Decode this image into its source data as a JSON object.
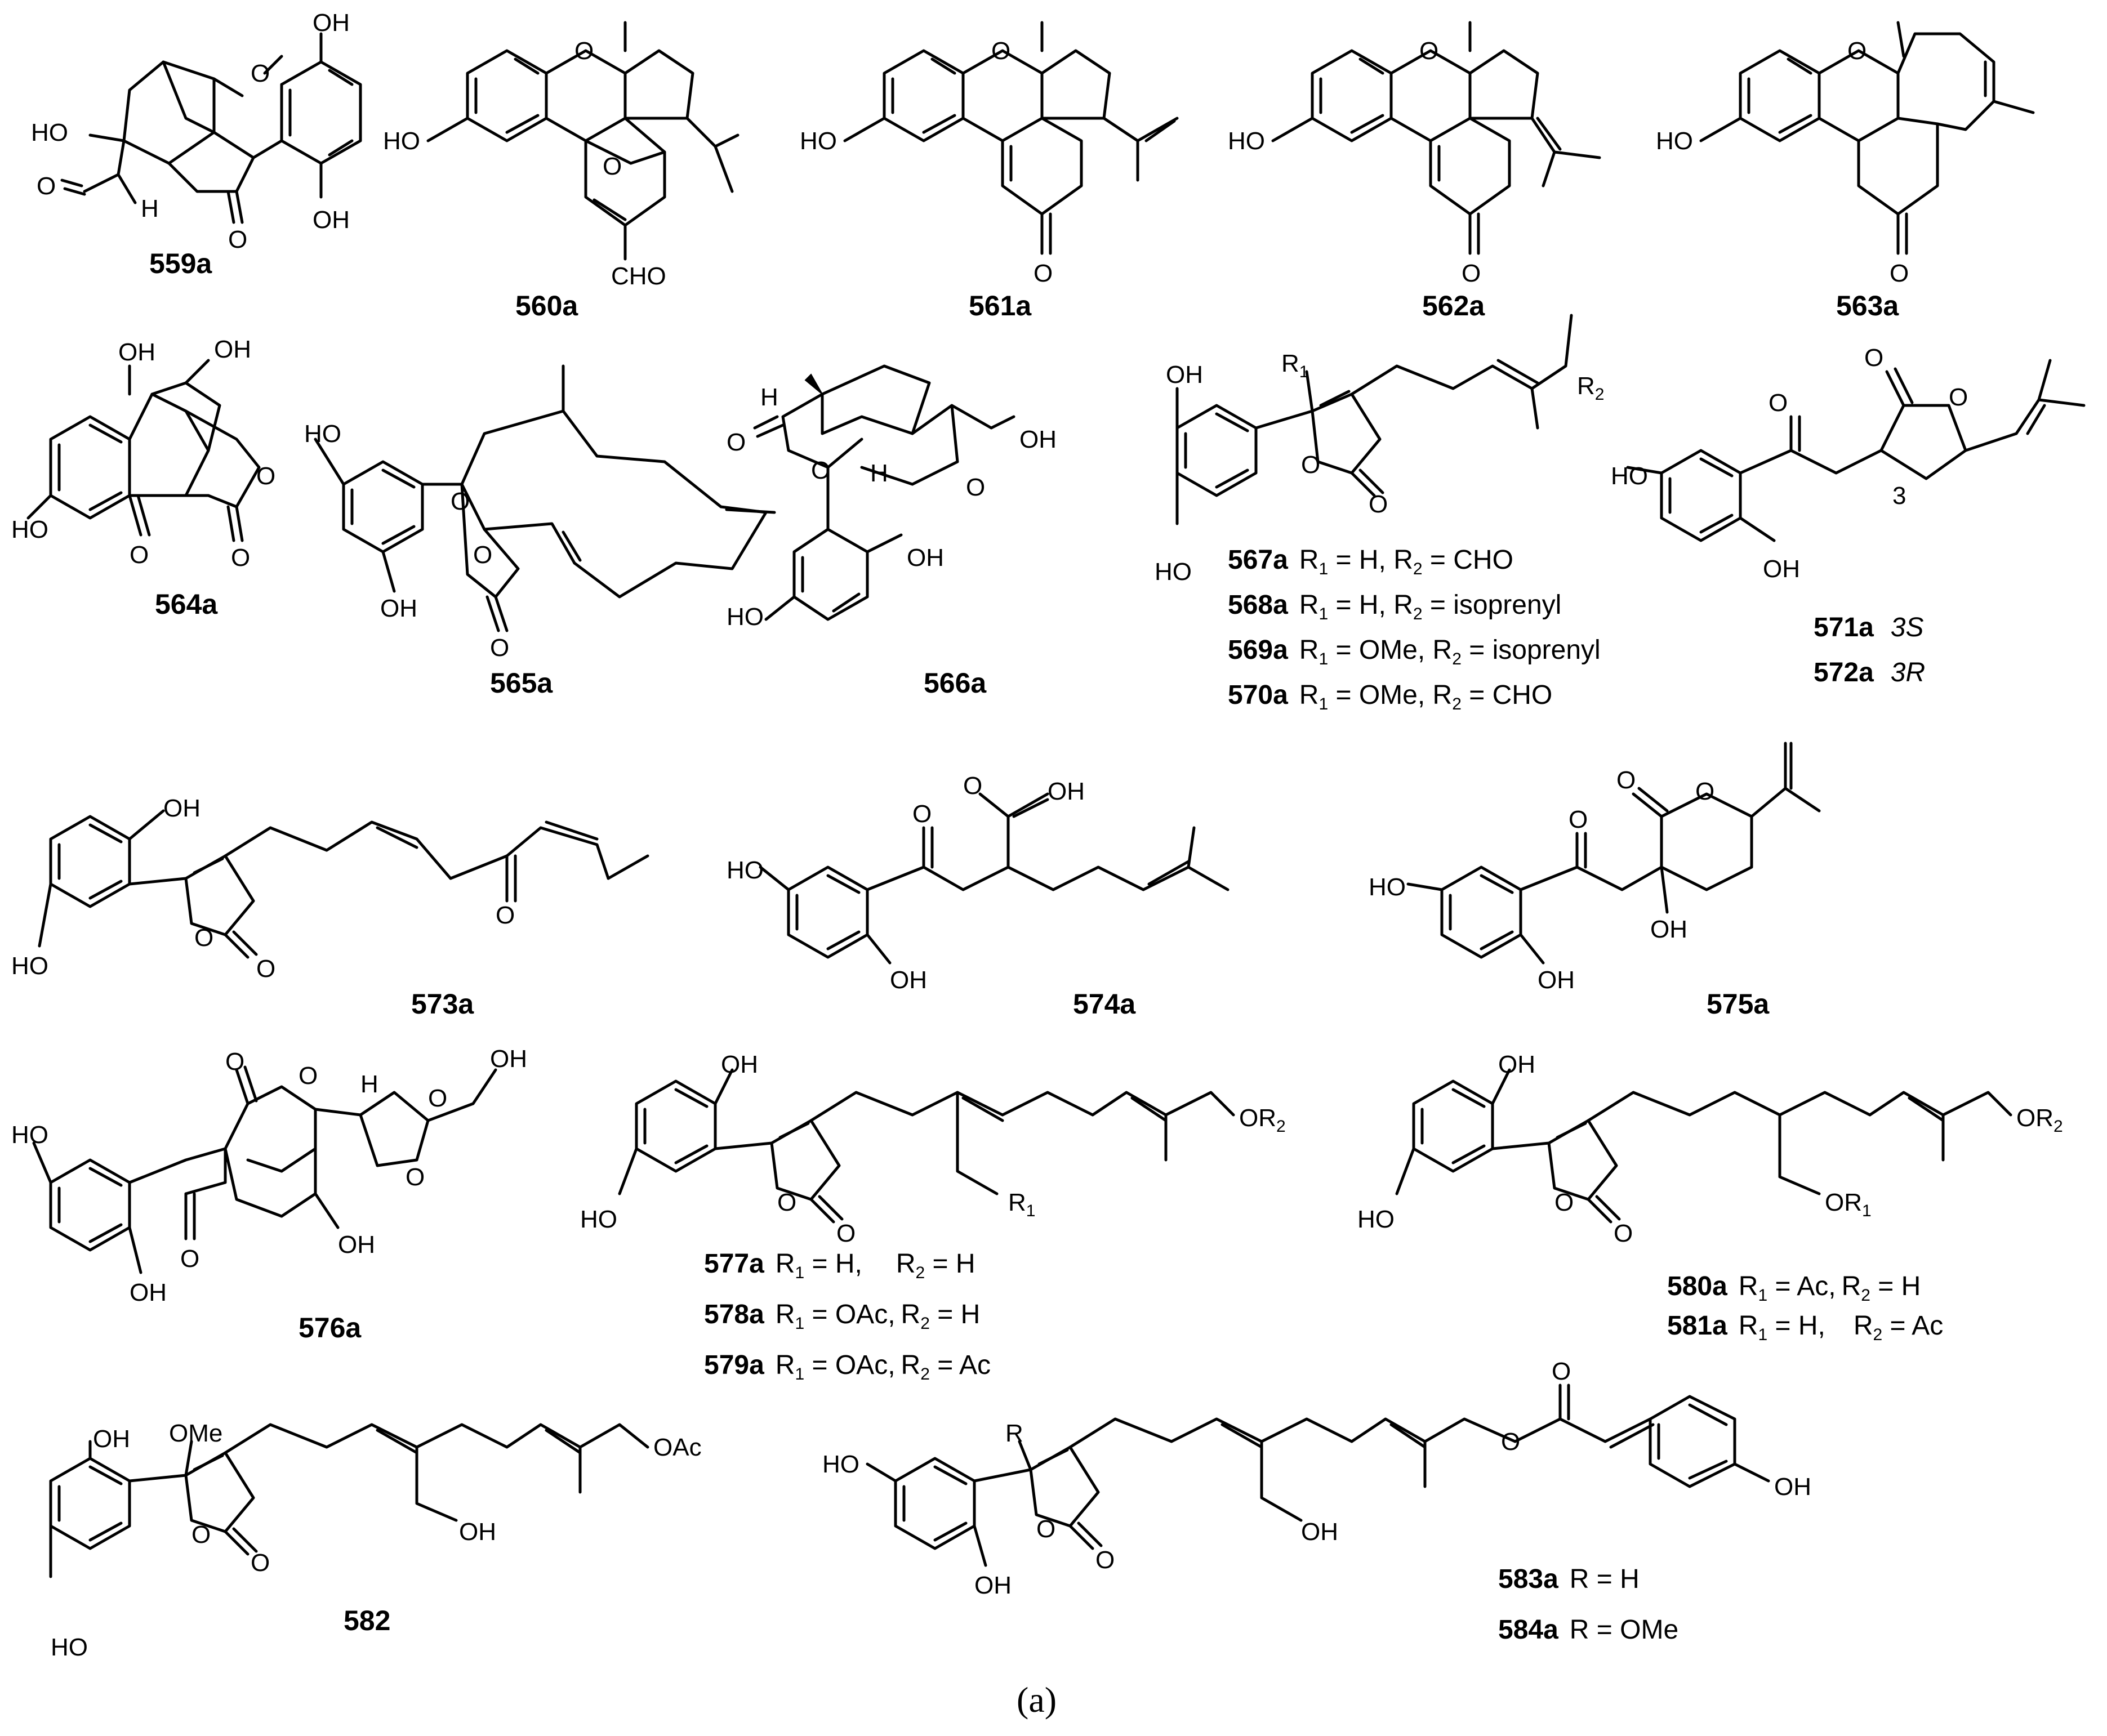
{
  "figure": {
    "caption": "(a)",
    "compounds": [
      {
        "label": "559a"
      },
      {
        "label": "560a"
      },
      {
        "label": "561a"
      },
      {
        "label": "562a"
      },
      {
        "label": "563a"
      },
      {
        "label": "564a"
      },
      {
        "label": "565a"
      },
      {
        "label": "566a"
      },
      {
        "label": "573a"
      },
      {
        "label": "574a"
      },
      {
        "label": "575a"
      },
      {
        "label": "576a"
      },
      {
        "label": "582"
      }
    ],
    "substituent_groups": [
      {
        "rows": [
          {
            "label": "567a",
            "r1": "H",
            "r2": "CHO"
          },
          {
            "label": "568a",
            "r1": "H",
            "r2": "isoprenyl"
          },
          {
            "label": "569a",
            "r1": "OMe",
            "r2": "isoprenyl"
          },
          {
            "label": "570a",
            "r1": "OMe",
            "r2": "CHO"
          }
        ]
      },
      {
        "rows": [
          {
            "label": "571a",
            "config": "3S"
          },
          {
            "label": "572a",
            "config": "3R"
          }
        ]
      },
      {
        "rows": [
          {
            "label": "577a",
            "r1": "H,",
            "r2": "H"
          },
          {
            "label": "578a",
            "r1": "OAc,",
            "r2": "H"
          },
          {
            "label": "579a",
            "r1": "OAc,",
            "r2": "Ac"
          }
        ]
      },
      {
        "rows": [
          {
            "label": "580a",
            "r1": "Ac,",
            "r2": "H"
          },
          {
            "label": "581a",
            "r1": "H,",
            "r2": "Ac"
          }
        ]
      },
      {
        "rows": [
          {
            "label": "583a",
            "r": "H"
          },
          {
            "label": "584a",
            "r": "OMe"
          }
        ]
      }
    ],
    "atom_labels": {
      "oh": "OH",
      "ho": "HO",
      "o": "O",
      "h": "H",
      "cho": "CHO",
      "ome": "OMe",
      "oac": "OAc",
      "r": "R",
      "r_main": "R",
      "one": "1",
      "two": "2",
      "three": "3",
      "or": "OR"
    }
  }
}
